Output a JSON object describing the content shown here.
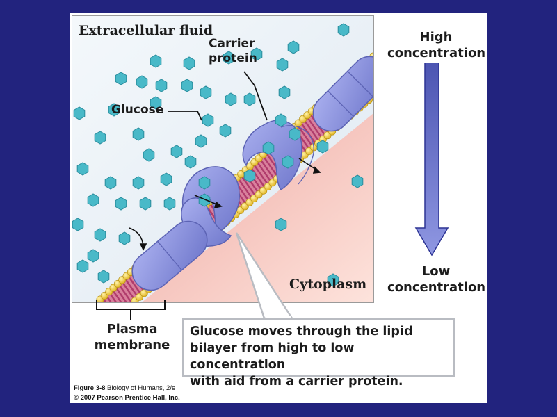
{
  "labels": {
    "extracellular": "Extracellular fluid",
    "carrier": "Carrier\nprotein",
    "glucose": "Glucose",
    "cytoplasm": "Cytoplasm",
    "plasma_membrane": "Plasma\nmembrane",
    "high": "High\nconcentration",
    "low": "Low\nconcentration"
  },
  "callout": {
    "text": "Glucose moves through the lipid\nbilayer from high to low concentration\nwith aid from a carrier protein."
  },
  "credits": {
    "figure_num": "Figure 3-8",
    "book": "Biology of Humans, 2/e",
    "copyright": "© 2007 Pearson Prentice Hall, Inc."
  },
  "colors": {
    "background": "#22237e",
    "protein": "#8f97e2",
    "glucose": "#49b9c8",
    "phospholipid_head": "#f3d23a",
    "lipid_tail": "#c0507a",
    "cytoplasm": "#f4c0b8",
    "gradient_arrow": "#7a82d4"
  }
}
